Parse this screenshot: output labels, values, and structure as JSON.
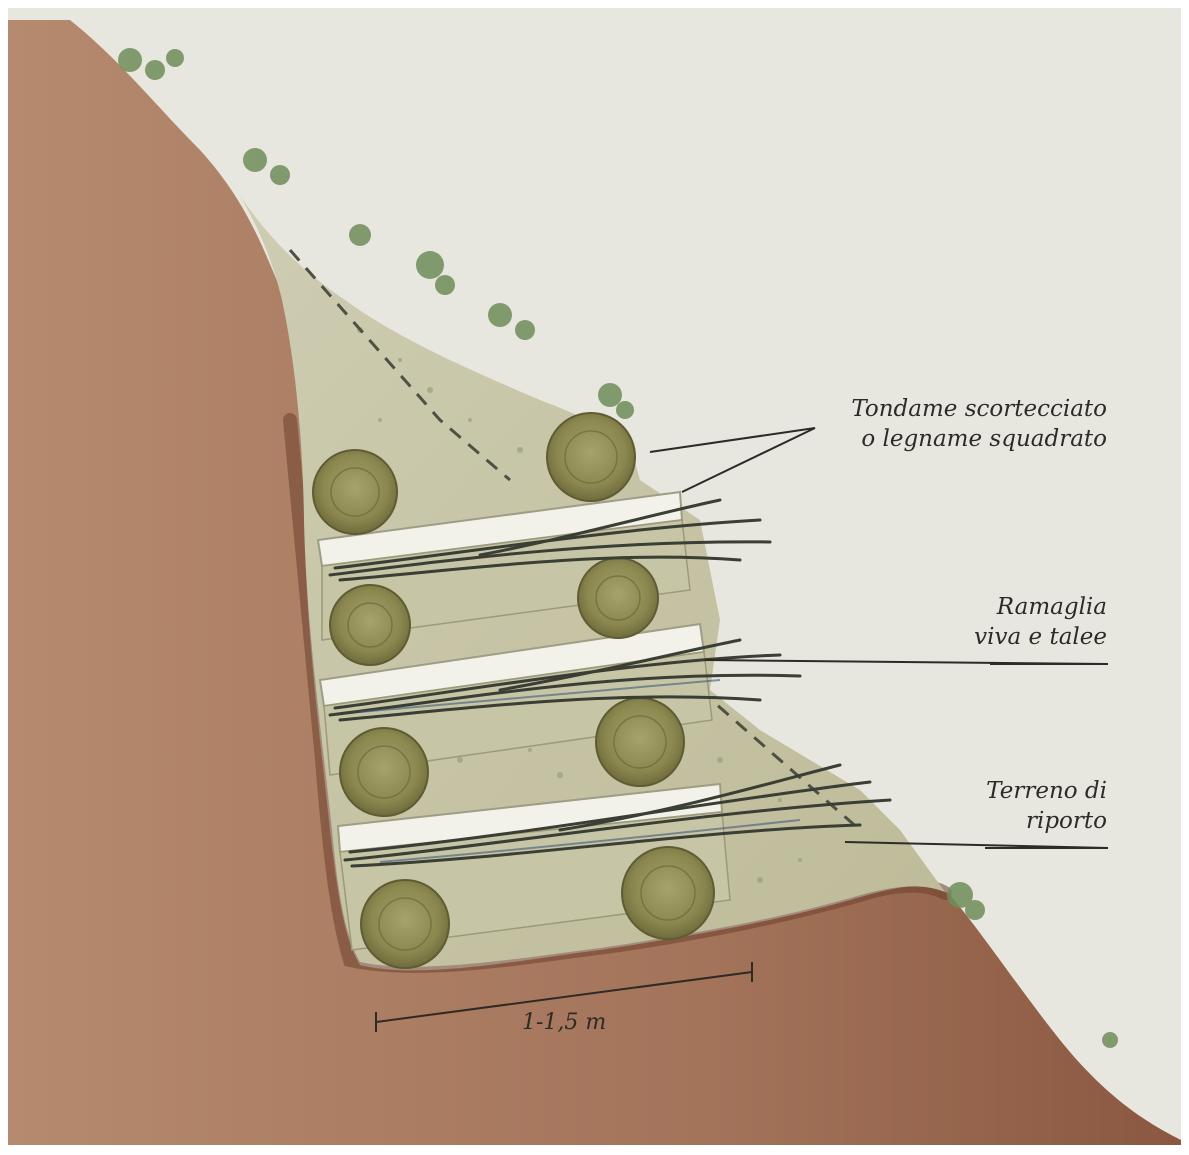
{
  "labels": {
    "tondame": {
      "line1": "Tondame scortecciato",
      "line2": "o legname squadrato"
    },
    "ramaglia": {
      "line1": "Ramaglia",
      "line2": "viva e talee"
    },
    "terreno": {
      "line1": "Terreno di",
      "line2": "riporto"
    }
  },
  "scale": {
    "label": "1-1,5 m"
  },
  "colors": {
    "soil": "#9a6a4e",
    "soil_dark": "#7a4a33",
    "fill": "#c9c7a8",
    "log": "#8c8a55",
    "branch": "#3b3f36",
    "background": "#e6e6de",
    "vegetation": "#6f8d5a"
  }
}
